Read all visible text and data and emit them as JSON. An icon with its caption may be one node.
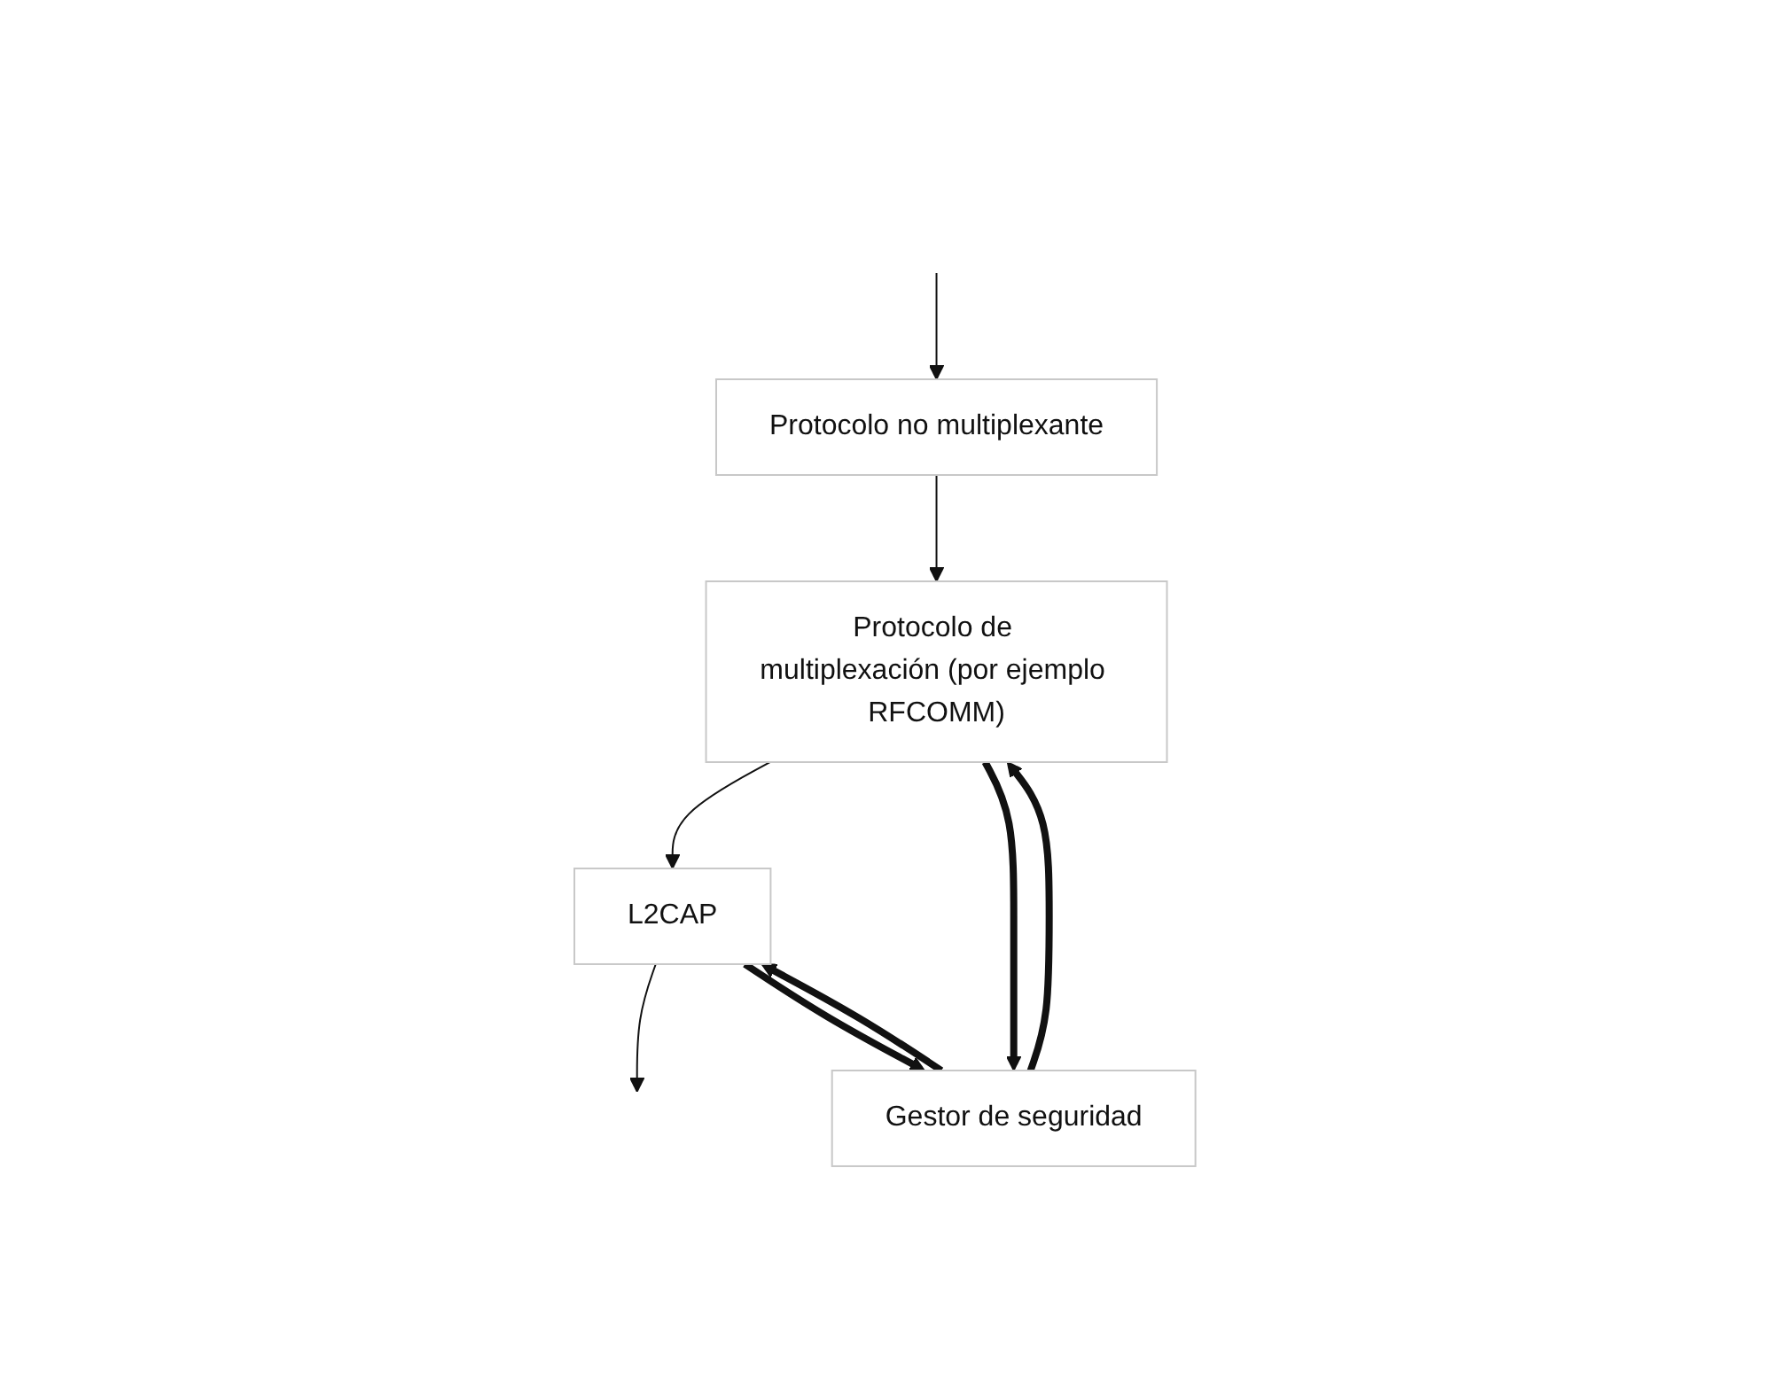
{
  "diagram": {
    "nodes": [
      {
        "text": [
          "Protocolo no multiplexante"
        ]
      },
      {
        "text": [
          "Protocolo de multiplexación (por ejemplo RFCOMM)"
        ]
      },
      {
        "text": [
          "L2CAP"
        ]
      },
      {
        "text": [
          "Gestor de seguridad"
        ]
      }
    ],
    "edges": [
      {
        "from": null,
        "to": 0,
        "arrow": "to"
      },
      {
        "from": 0,
        "to": 1,
        "arrow": "to"
      },
      {
        "from": 1,
        "to": 2,
        "arrow": "to"
      },
      {
        "from": 2,
        "to": null,
        "arrow": "to"
      },
      {
        "from": 1,
        "to": 3,
        "arrow": "to",
        "style": "thick"
      },
      {
        "from": 3,
        "to": 1,
        "arrow": "to",
        "style": "thick"
      },
      {
        "from": 2,
        "to": 3,
        "arrow": "to",
        "style": "thick"
      },
      {
        "from": 3,
        "to": 2,
        "arrow": "to",
        "style": "thick"
      }
    ]
  }
}
